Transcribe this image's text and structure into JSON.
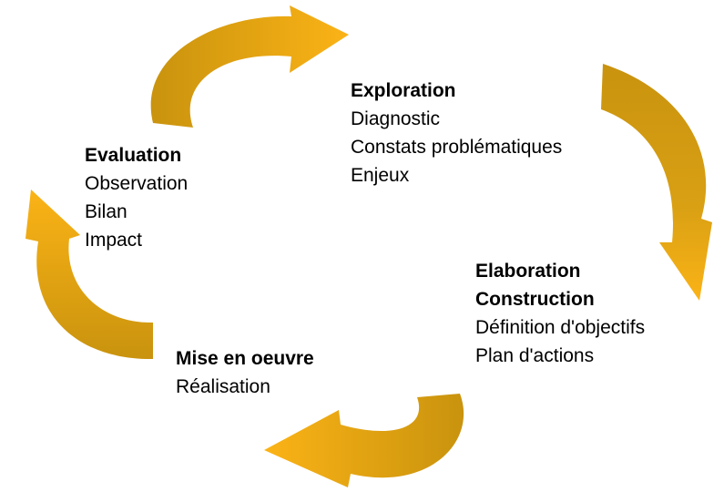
{
  "colors": {
    "arrow_light": "#FBB316",
    "arrow_dark": "#C9930E",
    "text": "#000000",
    "background": "#FFFFFF"
  },
  "stages": {
    "exploration": {
      "titles": [
        "Exploration"
      ],
      "items": [
        "Diagnostic",
        "Constats problématiques",
        "Enjeux"
      ]
    },
    "elaboration": {
      "titles": [
        "Elaboration",
        "Construction"
      ],
      "items": [
        "Définition d'objectifs",
        "Plan d'actions"
      ]
    },
    "mise_en_oeuvre": {
      "titles": [
        "Mise en oeuvre"
      ],
      "items": [
        "Réalisation"
      ]
    },
    "evaluation": {
      "titles": [
        "Evaluation"
      ],
      "items": [
        "Observation",
        "Bilan",
        "Impact"
      ]
    }
  }
}
